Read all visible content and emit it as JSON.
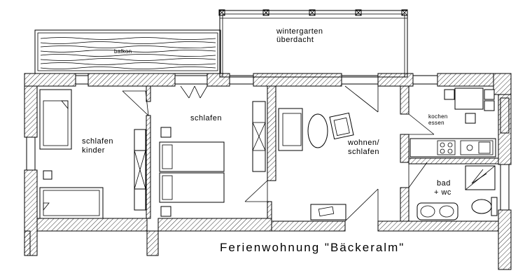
{
  "plan": {
    "title": "Ferienwohnung \"Bäckeralm\"",
    "rooms": {
      "wintergarten": "wintergarten",
      "ueberdacht": "überdacht",
      "balkon": "balkon",
      "schlafen_kinder_1": "schlafen",
      "schlafen_kinder_2": "kinder",
      "schlafen": "schlafen",
      "wohnen_1": "wohnen/",
      "wohnen_2": "schlafen",
      "kochen_1": "kochen",
      "kochen_2": "essen",
      "bad_1": "bad",
      "bad_2": "+ wc"
    }
  }
}
